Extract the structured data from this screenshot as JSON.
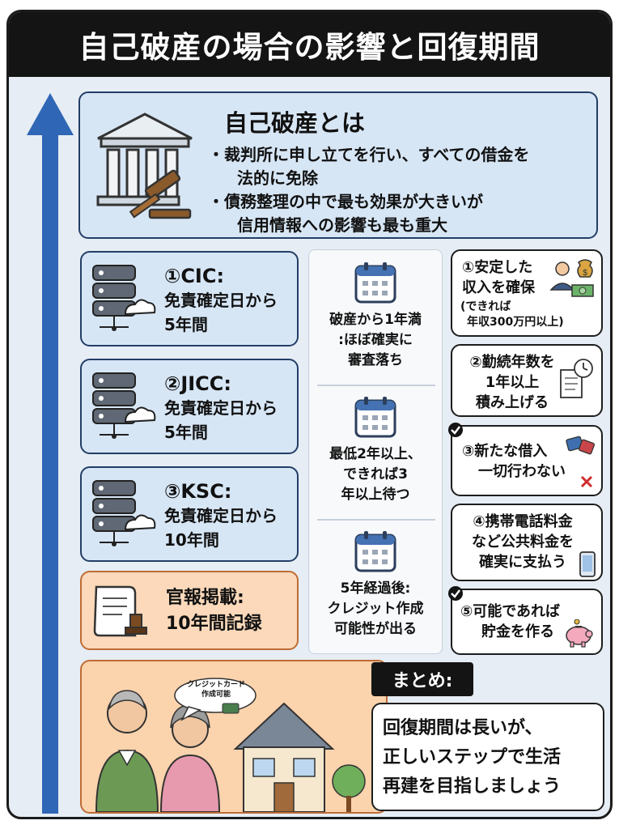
{
  "title": "自己破産の場合の影響と回復期間",
  "about": {
    "heading": "自己破産とは",
    "bullets": [
      "・裁判所に申し立てを行い、すべての借金を法的に免除",
      "・債務整理の中で最も効果が大きいが信用情報への影響も最も重大"
    ],
    "bullet1_line1": "・裁判所に申し立てを行い、すべての借金を",
    "bullet1_line2": "法的に免除",
    "bullet2_line1": "・債務整理の中で最も効果が大きいが",
    "bullet2_line2": "信用情報への影響も最も重大"
  },
  "agencies": [
    {
      "name": "①CIC:",
      "line1": "免責確定日から",
      "line2": "5年間"
    },
    {
      "name": "②JICC:",
      "line1": "免責確定日から",
      "line2": "5年間"
    },
    {
      "name": "③KSC:",
      "line1": "免責確定日から",
      "line2": "10年間"
    }
  ],
  "gazette": {
    "line1": "官報掲載:",
    "line2": "10年間記録"
  },
  "timeline": [
    {
      "line1": "破産から1年満",
      "line2": ":ほぼ確実に",
      "line3": "審査落ち"
    },
    {
      "line1": "最低2年以上、",
      "line2": "できれば3",
      "line3": "年以上待つ"
    },
    {
      "line1": "5年経過後:",
      "line2": "クレジット作成",
      "line3": "可能性が出る"
    }
  ],
  "steps": [
    {
      "line1": "①安定した",
      "line2": "収入を確保",
      "note1": "(できれば",
      "note2": "年収300万円以上)"
    },
    {
      "line1": "②勤続年数を",
      "line2": "1年以上",
      "line3": "積み上げる"
    },
    {
      "line1": "③新たな借入",
      "line2": "一切行わない"
    },
    {
      "line1": "④携帯電話料金",
      "line2": "など公共料金を",
      "line3": "確実に支払う"
    },
    {
      "line1": "⑤可能であれば",
      "line2": "貯金を作る"
    }
  ],
  "summary": {
    "tag": "まとめ:",
    "line1": "回復期間は長いが、",
    "line2": "正しいステップで生活",
    "line3": "再建を目指しましょう",
    "bubble_line1": "クレジットカード",
    "bubble_line2": "作成可能"
  },
  "colors": {
    "accent_blue": "#2f66b5",
    "panel_blue": "#d7e6f5",
    "orange": "#fbd9ba",
    "dark": "#141414"
  }
}
